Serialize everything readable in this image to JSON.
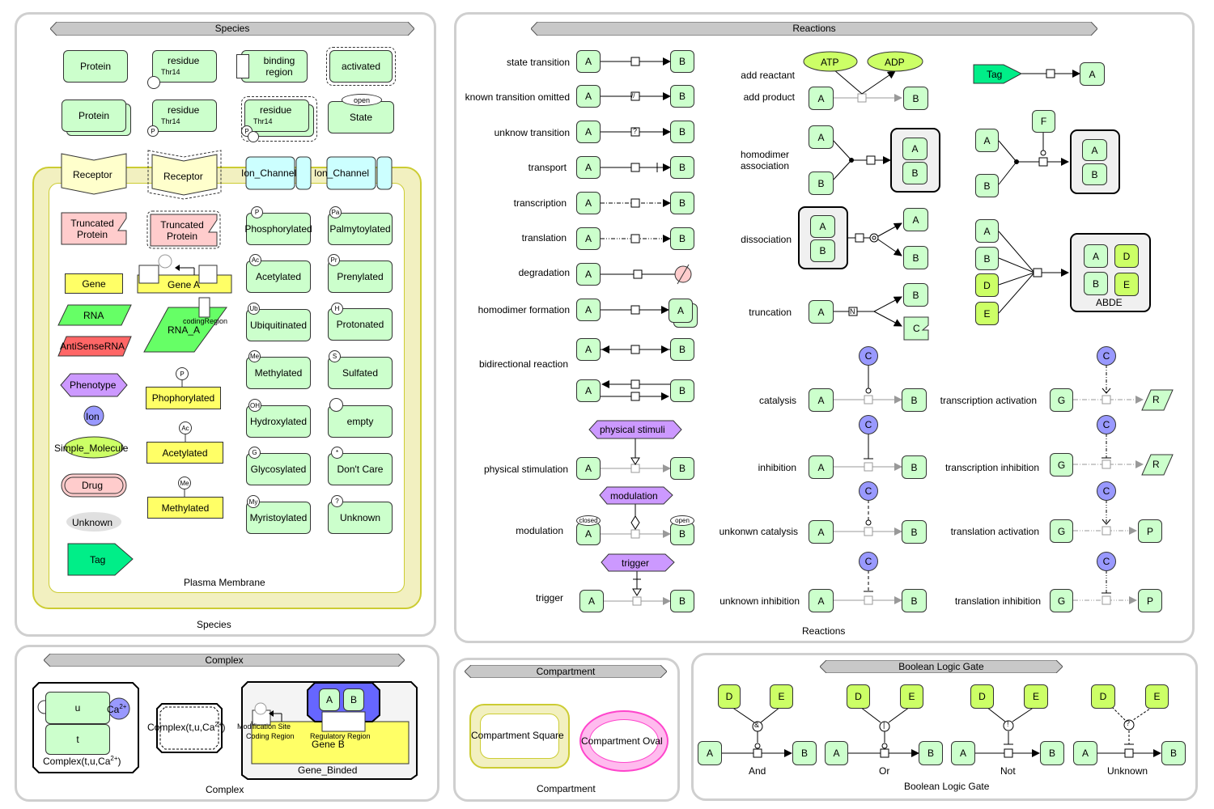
{
  "panels": {
    "species": {
      "title": "Species",
      "footer": "Species"
    },
    "reactions": {
      "title": "Reactions",
      "footer": "Reactions"
    },
    "complex": {
      "title": "Complex",
      "footer": "Complex"
    },
    "compartment": {
      "title": "Compartment",
      "footer": "Compartment"
    },
    "logic": {
      "title": "Boolean Logic Gate",
      "footer": "Boolean Logic Gate"
    }
  },
  "species": {
    "protein": "Protein",
    "residue": "residue",
    "thr14": "Thr14",
    "binding_region_1": "binding",
    "binding_region_2": "region",
    "activated": "activated",
    "protein_multimer": "Protein",
    "state": "State",
    "open": "open",
    "receptor": "Receptor",
    "receptor_active": "Receptor",
    "ion_channel": "Ion_Channel",
    "ion_channel_open": "Ion_Channel",
    "plasma_membrane": "Plasma Membrane",
    "truncated_1": "Truncated",
    "truncated_2": "Protein",
    "gene": "Gene",
    "gene_a": "Gene A",
    "rna": "RNA",
    "rna_a": "RNA_A",
    "coding_region": "codingRegion",
    "antisense": "AntiSenseRNA",
    "phenotype": "Phenotype",
    "ion": "Ion",
    "simple_molecule": "Simple_Molecule",
    "drug": "Drug",
    "unknown": "Unknown",
    "tag": "Tag",
    "phosphorylated_gene": "Phophorylated",
    "acetylated_gene": "Acetylated",
    "methylated_gene": "Methylated",
    "gene_mod_p": "P",
    "gene_mod_ac": "Ac",
    "gene_mod_me": "Me",
    "modifications": [
      {
        "badge": "P",
        "label": "Phosphorylated"
      },
      {
        "badge": "Pa",
        "label": "Palmytoylated"
      },
      {
        "badge": "Ac",
        "label": "Acetylated"
      },
      {
        "badge": "Pr",
        "label": "Prenylated"
      },
      {
        "badge": "Ub",
        "label": "Ubiquitinated"
      },
      {
        "badge": "H",
        "label": "Protonated"
      },
      {
        "badge": "Me",
        "label": "Methylated"
      },
      {
        "badge": "S",
        "label": "Sulfated"
      },
      {
        "badge": "OH",
        "label": "Hydroxylated"
      },
      {
        "badge": "",
        "label": "empty"
      },
      {
        "badge": "G",
        "label": "Glycosylated"
      },
      {
        "badge": "*",
        "label": "Don't Care"
      },
      {
        "badge": "My",
        "label": "Myristoylated"
      },
      {
        "badge": "?",
        "label": "Unknown"
      }
    ]
  },
  "reactions": {
    "left_labels": [
      "state transition",
      "known transition omitted",
      "unknow transition",
      "transport",
      "transcription",
      "translation",
      "degradation",
      "homodimer formation",
      "bidirectional reaction"
    ],
    "physical_stimulation": "physical stimulation",
    "physical_stimuli": "physical stimuli",
    "modulation": "modulation",
    "modulation_node": "modulation",
    "trigger": "trigger",
    "trigger_node": "trigger",
    "closed": "closed",
    "open": "open",
    "A": "A",
    "B": "B",
    "C": "C",
    "D": "D",
    "E": "E",
    "F": "F",
    "G": "G",
    "P": "P",
    "R": "R",
    "atp": "ATP",
    "adp": "ADP",
    "add_reactant": "add reactant",
    "add_product": "add product",
    "tag": "Tag",
    "homodimer_association_1": "homodimer",
    "homodimer_association_2": "association",
    "dissociation": "dissociation",
    "truncation": "truncation",
    "abde": "ABDE",
    "catalysis": "catalysis",
    "inhibition": "inhibition",
    "unknown_catalysis": "unkonwn catalysis",
    "unknown_inhibition": "unknown inhibition",
    "transcription_activation": "transcription activation",
    "transcription_inhibition": "transcription inhibition",
    "translation_activation": "translation activation",
    "translation_inhibition": "translation inhibition",
    "omitted_mark": "//",
    "unknown_mark": "?",
    "trunc_mark": "N"
  },
  "complex": {
    "u": "u",
    "t": "t",
    "ca": "Ca",
    "sup": "2+",
    "complex_label": "Complex(t,u,Ca",
    "complex_suffix": ")",
    "modification_site": "Modification Site",
    "coding_region": "Coding Region",
    "regulatory_region": "Regulatory Region",
    "gene_b": "Gene B",
    "gene_binded": "Gene_Binded",
    "a": "A",
    "b": "B"
  },
  "compartment": {
    "square": "Compartment Square",
    "oval": "Compartment Oval"
  },
  "logic": {
    "gates": [
      {
        "name": "And",
        "symbol": "&"
      },
      {
        "name": "Or",
        "symbol": "|"
      },
      {
        "name": "Not",
        "symbol": "!"
      },
      {
        "name": "Unknown",
        "symbol": "?"
      }
    ],
    "A": "A",
    "B": "B",
    "D": "D",
    "E": "E"
  },
  "colors": {
    "protein": "#ccffcc",
    "gene": "#ffff66",
    "rna": "#66ff66",
    "antisense": "#ff6666",
    "phenotype": "#cc99ff",
    "ion": "#9999ff",
    "simple_molecule": "#ccff66",
    "drug": "#ffcccc",
    "tag": "#00ff99",
    "receptor": "#ffffcc",
    "ion_channel": "#ccffff",
    "membrane": "#f2f0c0",
    "compartment_square": "#cccc00",
    "compartment_oval": "#ff66cc",
    "complex_blue": "#6666ff",
    "logic_input": "#ccff66"
  }
}
